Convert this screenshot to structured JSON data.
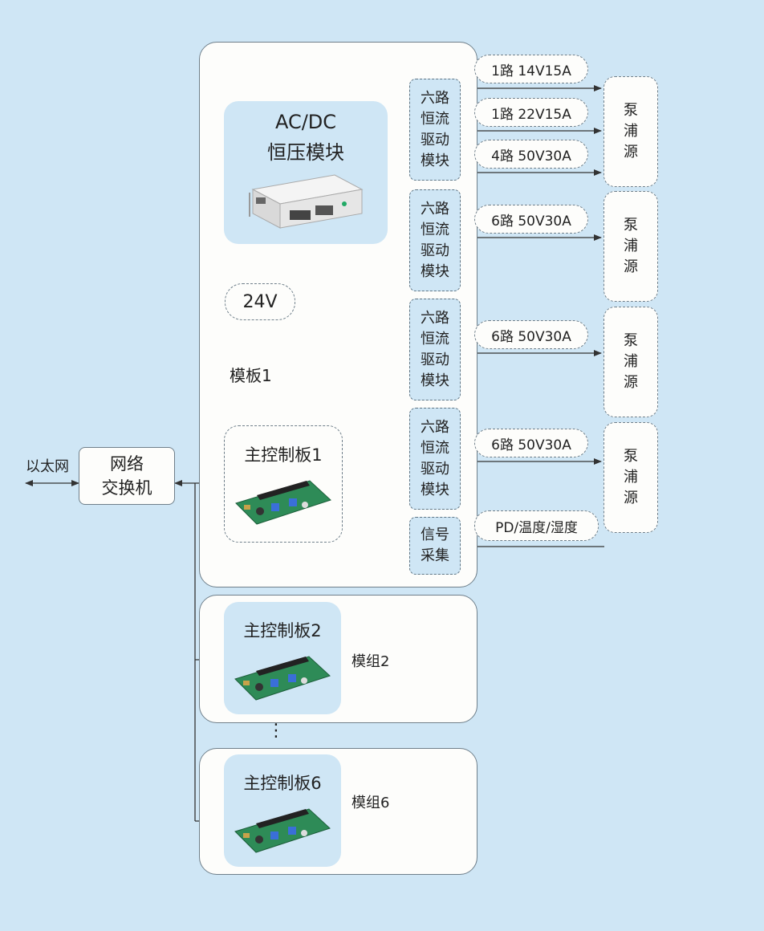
{
  "ethernet_label": "以太网",
  "switch_lines": [
    "网络",
    "交换机"
  ],
  "module1": {
    "label": "模板1",
    "acdc_lines": [
      "AC/DC",
      "恒压模块"
    ],
    "voltage": "24V",
    "main_board": "主控制板1",
    "driver_lines": [
      "六路",
      "恒流",
      "驱动",
      "模块"
    ],
    "signal_lines": [
      "信号",
      "采集"
    ]
  },
  "outputs": [
    "1路 14V15A",
    "1路 22V15A",
    "4路 50V30A",
    "6路 50V30A",
    "6路 50V30A",
    "6路 50V30A"
  ],
  "sensor_label": "PD/温度/湿度",
  "pump_lines": [
    "泵",
    "浦",
    "源"
  ],
  "module2": {
    "main_board": "主控制板2",
    "label": "模组2"
  },
  "ellipsis": "⋮",
  "module6": {
    "main_board": "主控制板6",
    "label": "模组6"
  },
  "colors": {
    "background": "#cfe6f5",
    "panel": "#fdfdfb",
    "pcb_green": "#2e8b57"
  }
}
